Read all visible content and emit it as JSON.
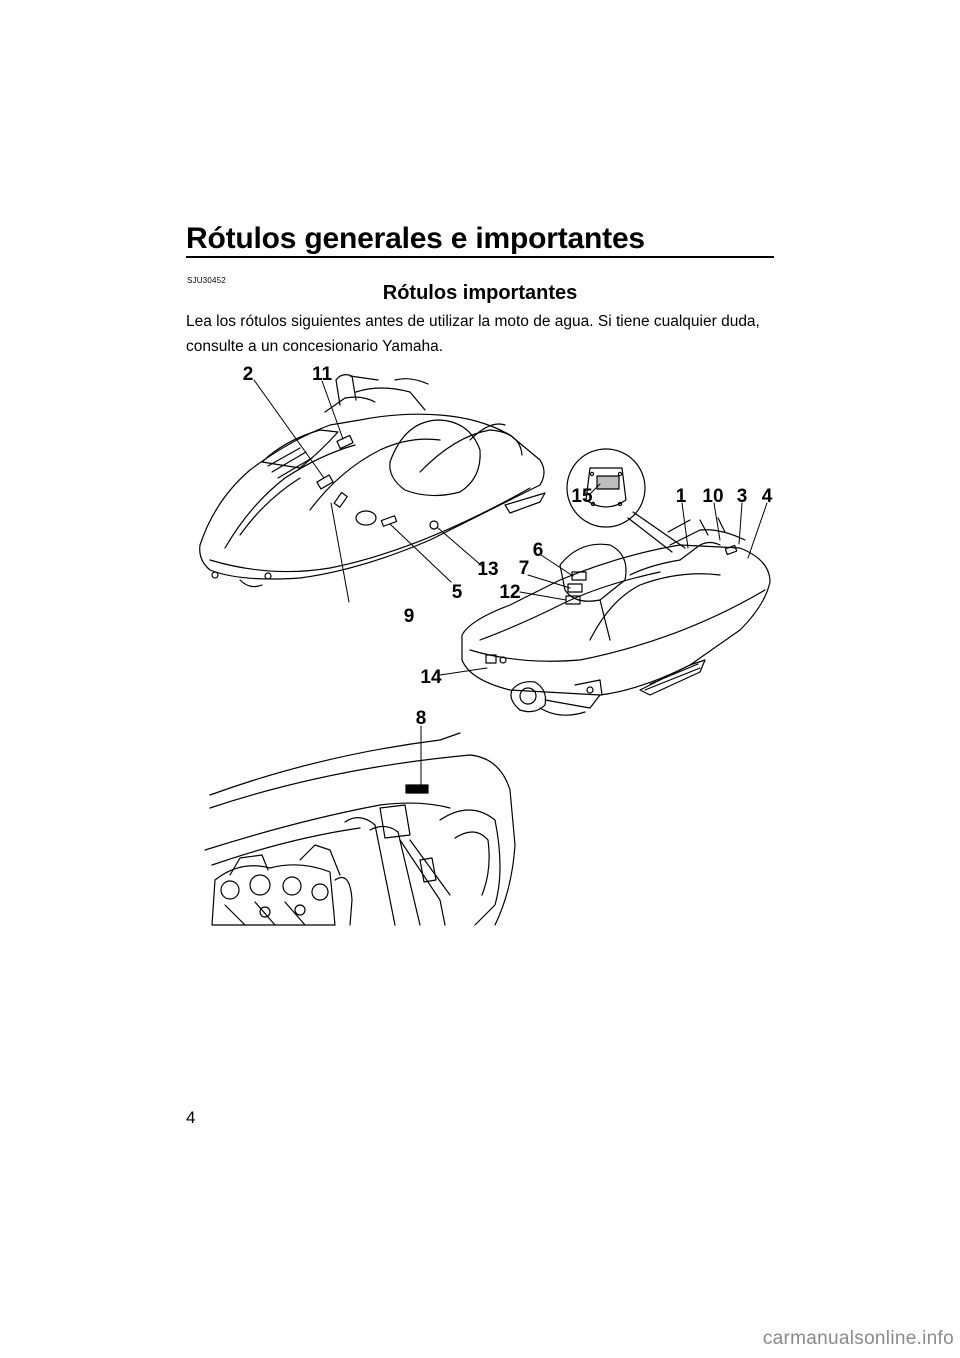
{
  "page": {
    "title": "Rótulos generales e importantes",
    "section_code": "SJU30452",
    "section_heading": "Rótulos importantes",
    "body": "Lea los rótulos siguientes antes de utilizar la moto de agua. Si tiene cualquier duda, consulte a un concesionario Yamaha.",
    "page_number": "4"
  },
  "figure": {
    "callouts": [
      "1",
      "2",
      "3",
      "4",
      "5",
      "6",
      "7",
      "8",
      "9",
      "10",
      "11",
      "12",
      "13",
      "14",
      "15"
    ]
  },
  "watermark": "carmanualsonline.info"
}
